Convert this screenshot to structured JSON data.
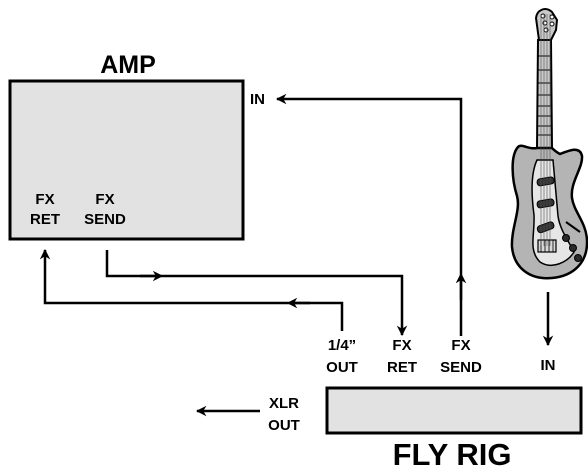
{
  "amp": {
    "title": "AMP",
    "in_label": "IN",
    "fx_ret": [
      "FX",
      "RET"
    ],
    "fx_send": [
      "FX",
      "SEND"
    ]
  },
  "fly_rig": {
    "title": "FLY RIG",
    "out_quarter": [
      "1/4”",
      "OUT"
    ],
    "fx_ret": [
      "FX",
      "RET"
    ],
    "fx_send": [
      "FX",
      "SEND"
    ],
    "in_label": "IN",
    "xlr_out": [
      "XLR",
      "OUT"
    ]
  },
  "icons": {
    "guitar": "electric-guitar-icon"
  },
  "colors": {
    "box_fill": "#e2e2e2",
    "guitar_body": "#b4b4b4",
    "line": "#000000"
  }
}
